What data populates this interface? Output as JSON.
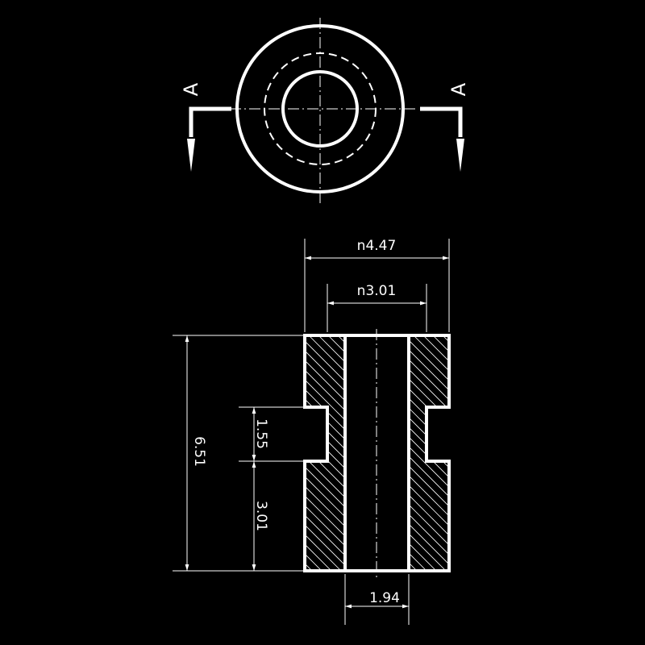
{
  "colors": {
    "background": "#000000",
    "lines": "#ffffff"
  },
  "section_labels": {
    "left": "A",
    "right": "A"
  },
  "dimensions": {
    "outer_diameter": "n4.47",
    "inner_diameter": "n3.01",
    "total_height": "6.51",
    "groove_height": "1.55",
    "lower_height": "3.01",
    "bore_width": "1.94"
  }
}
